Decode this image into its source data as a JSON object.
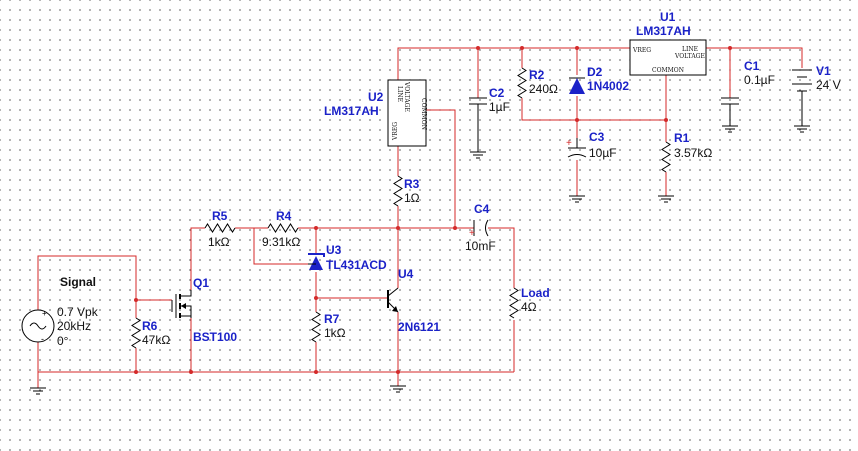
{
  "components": {
    "v1": {
      "ref": "V1",
      "value": "24 V"
    },
    "u1": {
      "ref": "U1",
      "part": "LM317AH",
      "pin_vreg": "VREG",
      "pin_line": "LINE",
      "pin_voltage": "VOLTAGE",
      "pin_common": "COMMON"
    },
    "u2": {
      "ref": "U2",
      "part": "LM317AH",
      "pin_vreg": "VREG",
      "pin_line": "LINE",
      "pin_voltage": "VOLTAGE",
      "pin_common": "COMMON"
    },
    "c1": {
      "ref": "C1",
      "value": "0.1µF"
    },
    "c2": {
      "ref": "C2",
      "value": "1µF"
    },
    "c3": {
      "ref": "C3",
      "value": "10µF"
    },
    "c4": {
      "ref": "C4",
      "value": "10mF"
    },
    "r1": {
      "ref": "R1",
      "value": "3.57kΩ"
    },
    "r2": {
      "ref": "R2",
      "value": "240Ω"
    },
    "r3": {
      "ref": "R3",
      "value": "1Ω"
    },
    "r4": {
      "ref": "R4",
      "value": "9.31kΩ"
    },
    "r5": {
      "ref": "R5",
      "value": "1kΩ"
    },
    "r6": {
      "ref": "R6",
      "value": "47kΩ"
    },
    "r7": {
      "ref": "R7",
      "value": "1kΩ"
    },
    "d2": {
      "ref": "D2",
      "part": "1N4002"
    },
    "u3": {
      "ref": "U3",
      "part": "TL431ACD"
    },
    "u4": {
      "ref": "U4",
      "part": "2N6121"
    },
    "q1": {
      "ref": "Q1",
      "part": "BST100"
    },
    "load": {
      "ref": "Load",
      "value": "4Ω"
    },
    "signal": {
      "title": "Signal",
      "amplitude": "0.7 Vpk",
      "frequency": "20kHz",
      "phase": "0°"
    }
  },
  "colors": {
    "wire": "#d42a2a",
    "ref_text": "#1b22c8",
    "component": "#000000",
    "grid_dot": "#4a4a4a"
  }
}
